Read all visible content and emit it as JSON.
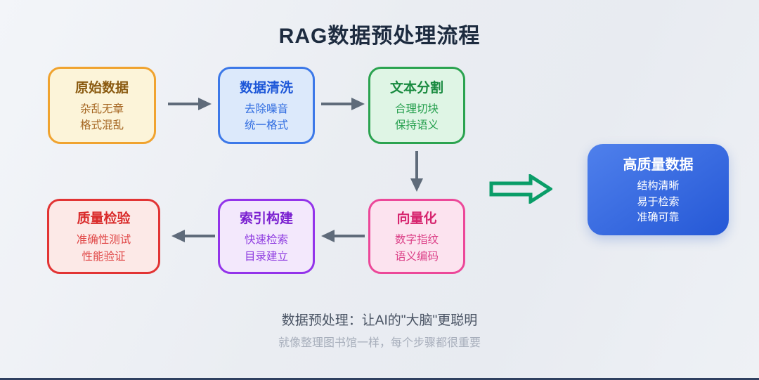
{
  "title": "RAG数据预处理流程",
  "nodes": [
    {
      "name": "raw-data",
      "title": "原始数据",
      "lines": [
        "杂乱无章",
        "格式混乱"
      ],
      "border": "#F0A32F",
      "bg": "#FCF4D9",
      "title_color": "#8A5A10",
      "text_color": "#A4641F"
    },
    {
      "name": "data-clean",
      "title": "数据清洗",
      "lines": [
        "去除噪音",
        "统一格式"
      ],
      "border": "#3C78E8",
      "bg": "#DCE9FB",
      "title_color": "#1D57D8",
      "text_color": "#2E6BE0"
    },
    {
      "name": "text-split",
      "title": "文本分割",
      "lines": [
        "合理切块",
        "保持语义"
      ],
      "border": "#2BA350",
      "bg": "#DFF5E5",
      "title_color": "#188A3F",
      "text_color": "#27A04F"
    },
    {
      "name": "vectorize",
      "title": "向量化",
      "lines": [
        "数字指纹",
        "语义编码"
      ],
      "border": "#EC4899",
      "bg": "#FCE3EF",
      "title_color": "#D6246E",
      "text_color": "#DB3E86"
    },
    {
      "name": "index-build",
      "title": "索引构建",
      "lines": [
        "快速检索",
        "目录建立"
      ],
      "border": "#9333EA",
      "bg": "#F3E8FC",
      "title_color": "#7A1FD0",
      "text_color": "#8E3BE0"
    },
    {
      "name": "quality-check",
      "title": "质量检验",
      "lines": [
        "准确性测试",
        "性能验证"
      ],
      "border": "#E23434",
      "bg": "#FCE9E7",
      "title_color": "#D92B2B",
      "text_color": "#E04545"
    }
  ],
  "result": {
    "name": "high-quality-data",
    "title": "高质量数据",
    "lines": [
      "结构清晰",
      "易于检索",
      "准确可靠"
    ],
    "bg_from": "#4F80EC",
    "bg_to": "#2558D6",
    "text_color": "#FFFFFF"
  },
  "captions": {
    "line1": "数据预处理：让AI的\"大脑\"更聪明",
    "line2": "就像整理图书馆一样，每个步骤都很重要"
  },
  "arrows": {
    "flow_color": "#5F6B7A",
    "result_color": "#0A9D68"
  }
}
